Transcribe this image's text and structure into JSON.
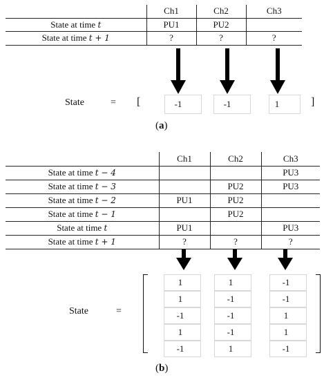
{
  "panel_a": {
    "headers": [
      "",
      "Ch1",
      "Ch2",
      "Ch3"
    ],
    "rows": [
      {
        "label_pre": "State at time ",
        "label_var": "t",
        "cells": [
          "PU1",
          "PU2",
          ""
        ]
      },
      {
        "label_pre": "State at time ",
        "label_var": "t + 1",
        "cells": [
          "?",
          "?",
          "?"
        ]
      }
    ],
    "state_label": "State",
    "equals": "=",
    "open_bracket": "[",
    "close_bracket": "]",
    "values": [
      "-1",
      "-1",
      "1"
    ],
    "caption_open": "(",
    "caption_letter": "a",
    "caption_close": ")"
  },
  "panel_b": {
    "headers": [
      "",
      "Ch1",
      "Ch2",
      "Ch3"
    ],
    "rows": [
      {
        "label_pre": "State at time ",
        "label_var": "t − 4",
        "cells": [
          "",
          "",
          "PU3"
        ]
      },
      {
        "label_pre": "State at time ",
        "label_var": "t − 3",
        "cells": [
          "",
          "PU2",
          "PU3"
        ]
      },
      {
        "label_pre": "State at time ",
        "label_var": "t − 2",
        "cells": [
          "PU1",
          "PU2",
          ""
        ]
      },
      {
        "label_pre": "State at time ",
        "label_var": "t − 1",
        "cells": [
          "",
          "PU2",
          ""
        ]
      },
      {
        "label_pre": "State at time ",
        "label_var": "t",
        "cells": [
          "PU1",
          "",
          "PU3"
        ]
      },
      {
        "label_pre": "State at time ",
        "label_var": "t + 1",
        "cells": [
          "?",
          "?",
          "?"
        ]
      }
    ],
    "state_label": "State",
    "equals": "=",
    "matrix": [
      [
        "1",
        "1",
        "-1"
      ],
      [
        "1",
        "-1",
        "-1"
      ],
      [
        "-1",
        "-1",
        "1"
      ],
      [
        "1",
        "-1",
        "1"
      ],
      [
        "-1",
        "1",
        "-1"
      ]
    ],
    "caption_open": "(",
    "caption_letter": "b",
    "caption_close": ")"
  }
}
